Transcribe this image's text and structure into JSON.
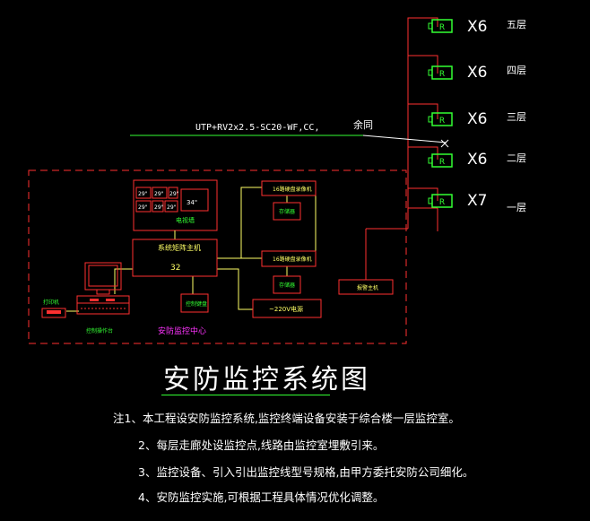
{
  "cable_label": "UTP+RV2x2.5-SC20-WF,CC,",
  "cable_note": "余同",
  "floors": [
    {
      "name": "五层",
      "count": "X6"
    },
    {
      "name": "四层",
      "count": "X6"
    },
    {
      "name": "三层",
      "count": "X6"
    },
    {
      "name": "二层",
      "count": "X6"
    },
    {
      "name": "一层",
      "count": "X7"
    }
  ],
  "camera_glyph": "R",
  "monitor_wall": {
    "screens": [
      "29\"",
      "29\"",
      "29\"",
      "29\"",
      "29\"",
      "29\""
    ],
    "big_screen": "34\"",
    "label": "电视墙"
  },
  "matrix_host": {
    "label": "系统矩阵主机",
    "number": "32"
  },
  "dvr_top": "16路硬盘录像机",
  "dvr_bottom": "16路硬盘录像机",
  "storage_top": "存储器",
  "storage_bottom": "存储器",
  "keyboard_box": "控制键盘",
  "power_box": "~220V电源",
  "amp_box": "报警主机",
  "printer_label": "打印机",
  "console_label": "控制操作台",
  "center_label": "安防监控中心",
  "title": "安防监控系统图",
  "notes": [
    "注1、本工程设安防监控系统,监控终端设备安装于综合楼一层监控室。",
    "2、每层走廊处设监控点,线路由监控室埋敷引来。",
    "3、监控设备、引入引出监控线型号规格,由甲方委托安防公司细化。",
    "4、安防监控实施,可根据工程具体情况优化调整。"
  ],
  "colors": {
    "red": "#ff3030",
    "yellow": "#ffff66",
    "green": "#33ff33",
    "white": "#ffffff",
    "magenta": "#ff33ff",
    "background": "#000000"
  }
}
